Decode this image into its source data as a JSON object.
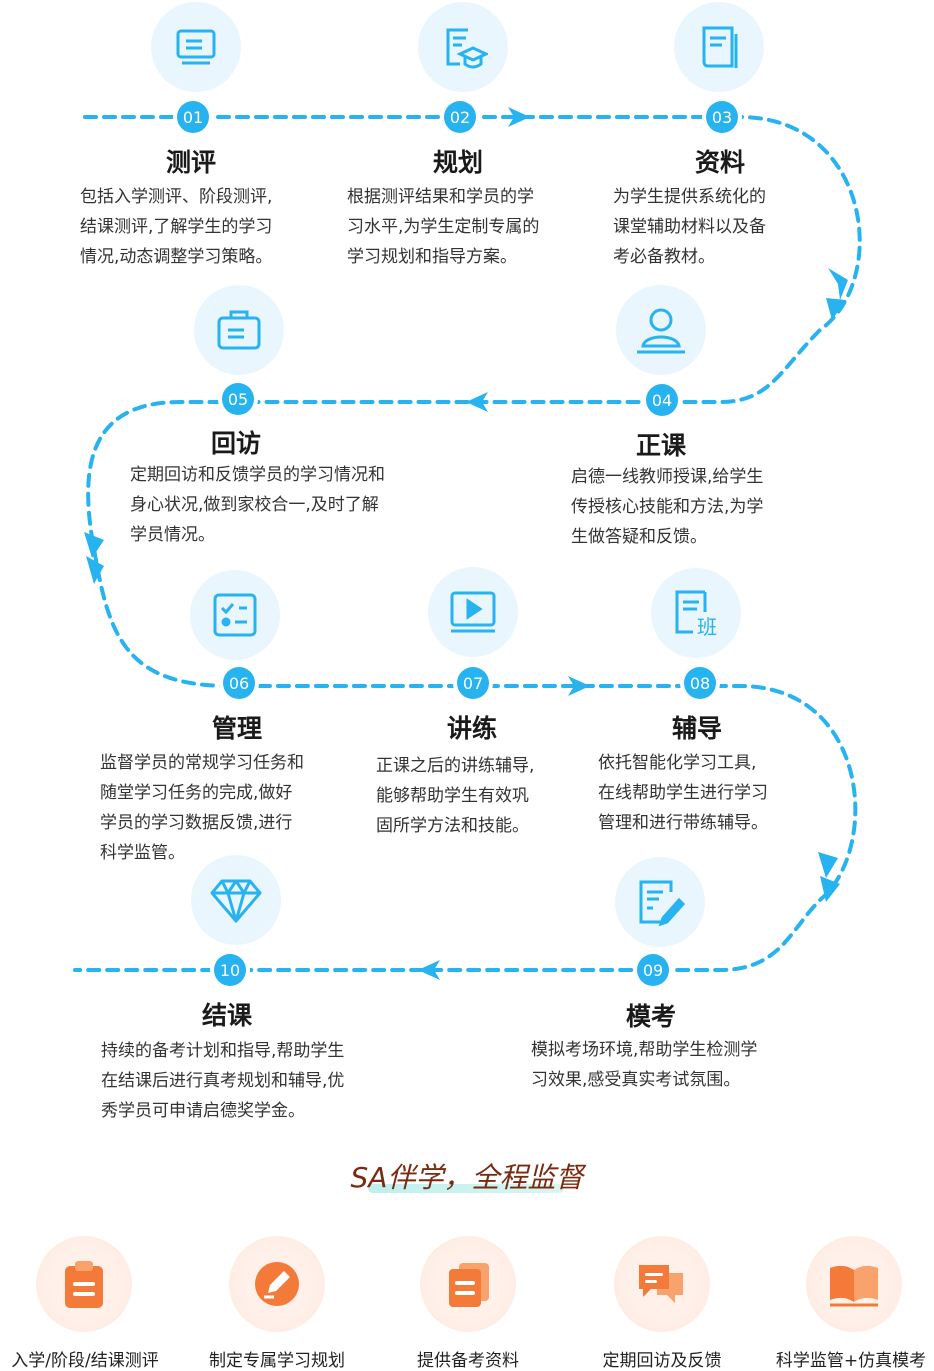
{
  "colors": {
    "accent": "#27b2f0",
    "icon_bg": "#eaf6fd",
    "feature_orange": "#f47a3a",
    "slogan": "#7a2a10"
  },
  "steps": [
    {
      "num": "01",
      "title": "测评",
      "icon": "monitor-icon",
      "lines": [
        "包括入学测评、阶段测评,",
        "结课测评,了解学生的学习",
        "情况,动态调整学习策略。"
      ]
    },
    {
      "num": "02",
      "title": "规划",
      "icon": "graduation-doc-icon",
      "lines": [
        "根据测评结果和学员的学",
        "习水平,为学生定制专属的",
        "学习规划和指导方案。"
      ]
    },
    {
      "num": "03",
      "title": "资料",
      "icon": "book-icon",
      "lines": [
        "为学生提供系统化的",
        "课堂辅助材料以及备",
        "考必备教材。"
      ]
    },
    {
      "num": "04",
      "title": "正课",
      "icon": "teacher-icon",
      "lines": [
        "启德一线教师授课,给学生",
        "传授核心技能和方法,为学",
        "生做答疑和反馈。"
      ]
    },
    {
      "num": "05",
      "title": "回访",
      "icon": "briefcase-icon",
      "lines": [
        "定期回访和反馈学员的学习情况和",
        "身心状况,做到家校合一,及时了解",
        "学员情况。"
      ]
    },
    {
      "num": "06",
      "title": "管理",
      "icon": "checklist-icon",
      "lines": [
        "监督学员的常规学习任务和",
        "随堂学习任务的完成,做好",
        "学员的学习数据反馈,进行",
        "科学监管。"
      ]
    },
    {
      "num": "07",
      "title": "讲练",
      "icon": "video-play-icon",
      "lines": [
        "正课之后的讲练辅导,",
        "能够帮助学生有效巩",
        "固所学方法和技能。"
      ]
    },
    {
      "num": "08",
      "title": "辅导",
      "icon": "class-doc-icon",
      "icon_text": "班",
      "lines": [
        "依托智能化学习工具,",
        "在线帮助学生进行学习",
        "管理和进行带练辅导。"
      ]
    },
    {
      "num": "09",
      "title": "模考",
      "icon": "exam-edit-icon",
      "lines": [
        "模拟考场环境,帮助学生检测学",
        "习效果,感受真实考试氛围。"
      ]
    },
    {
      "num": "10",
      "title": "结课",
      "icon": "diamond-icon",
      "lines": [
        "持续的备考计划和指导,帮助学生",
        "在结课后进行真考规划和辅导,优",
        "秀学员可申请启德奖学金。"
      ]
    }
  ],
  "slogan": "SA伴学，全程监督",
  "features": [
    {
      "label": "入学/阶段/结课测评",
      "icon": "clipboard-icon"
    },
    {
      "label": "制定专属学习规划",
      "icon": "pen-icon"
    },
    {
      "label": "提供备考资料",
      "icon": "documents-icon"
    },
    {
      "label": "定期回访及反馈",
      "icon": "chat-icon"
    },
    {
      "label": "科学监管+仿真模考",
      "icon": "open-book-icon"
    }
  ]
}
